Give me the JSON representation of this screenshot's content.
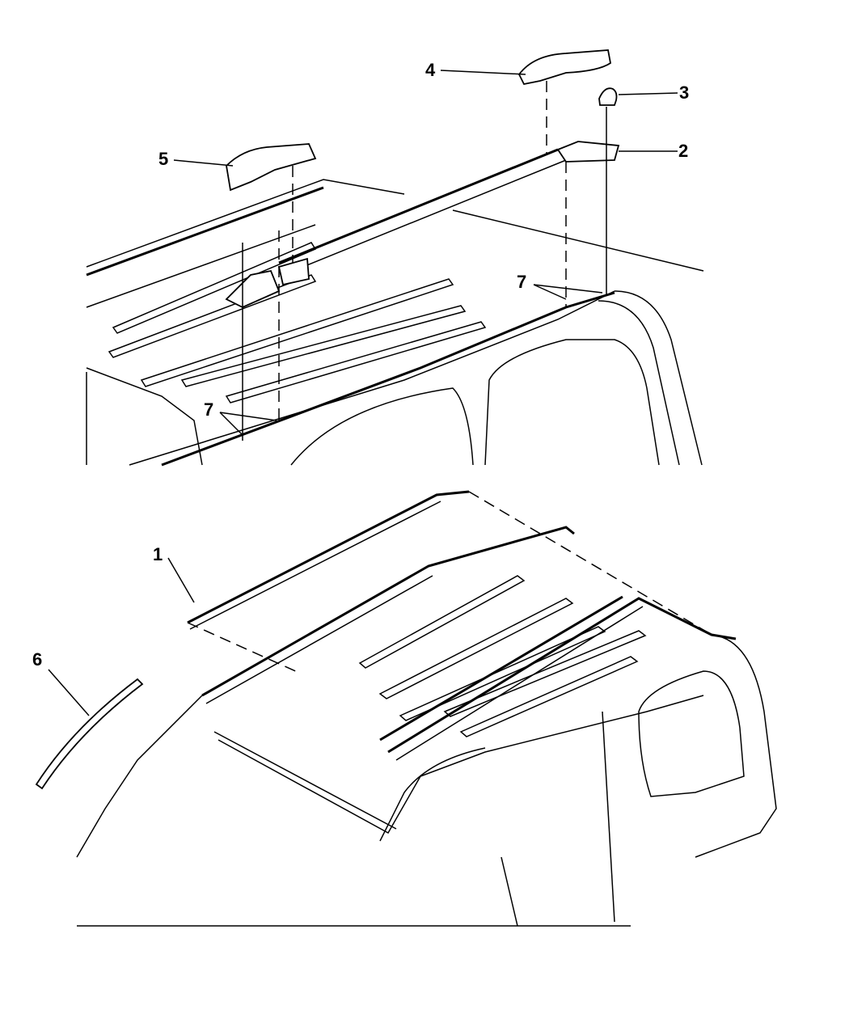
{
  "diagram": {
    "callouts": [
      {
        "id": "1",
        "label": "1"
      },
      {
        "id": "2",
        "label": "2"
      },
      {
        "id": "3",
        "label": "3"
      },
      {
        "id": "4",
        "label": "4"
      },
      {
        "id": "5",
        "label": "5"
      },
      {
        "id": "6",
        "label": "6"
      },
      {
        "id": "7a",
        "label": "7"
      },
      {
        "id": "7b",
        "label": "7"
      }
    ]
  }
}
